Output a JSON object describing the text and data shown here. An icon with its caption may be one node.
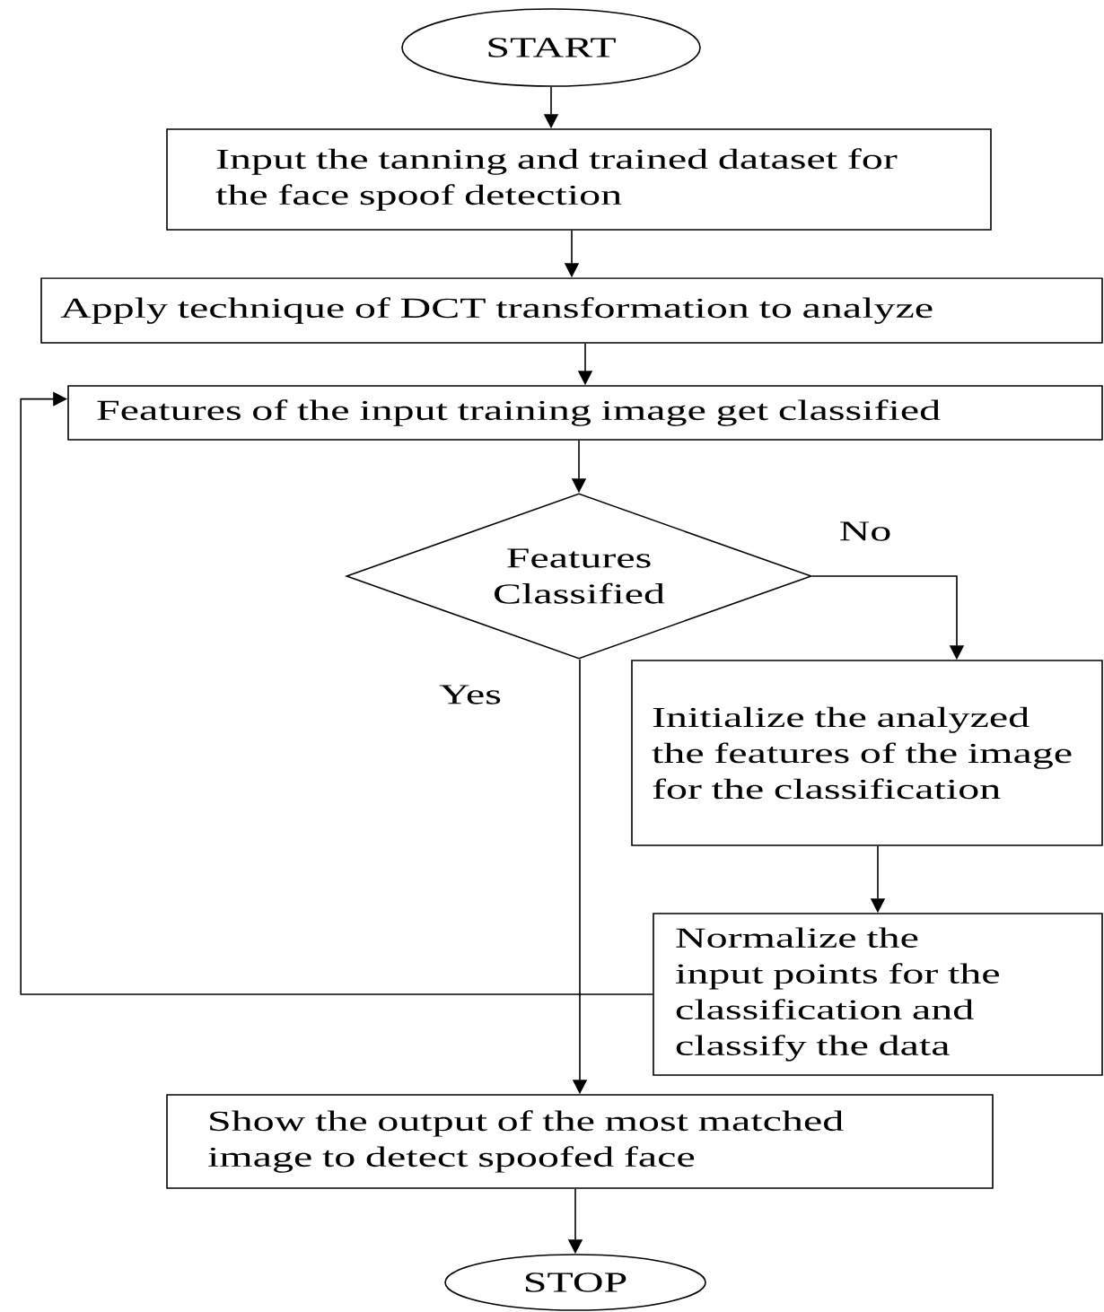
{
  "diagram": {
    "nodes": [
      {
        "text": [
          "START"
        ]
      },
      {
        "text": [
          "Input the tanning and trained dataset for the face spoof detection"
        ]
      },
      {
        "text": [
          "Apply technique of DCT transformation to analyze"
        ]
      },
      {
        "text": [
          "Features of the input training image get classified"
        ]
      },
      {
        "text": [
          "Features Classified"
        ]
      },
      {
        "text": [
          "Initialize the analyzed the features of the image for the classification"
        ]
      },
      {
        "text": [
          "Normalize the input points for the classification and classify the data"
        ]
      },
      {
        "text": [
          "Show the output of the most matched image to detect spoofed face"
        ]
      },
      {
        "text": [
          "STOP"
        ]
      }
    ],
    "edges": [
      {
        "from": 0,
        "to": 1,
        "arrow": "to"
      },
      {
        "from": 1,
        "to": 2,
        "arrow": "to"
      },
      {
        "from": 2,
        "to": 3,
        "arrow": "to"
      },
      {
        "from": 3,
        "to": 4,
        "arrow": "to"
      },
      {
        "from": 4,
        "to": 5,
        "arrow": "to",
        "label": "No"
      },
      {
        "from": 4,
        "to": 7,
        "arrow": "to",
        "label": "Yes"
      },
      {
        "from": 5,
        "to": 6,
        "arrow": "to"
      },
      {
        "from": 6,
        "to": 3,
        "arrow": "to"
      },
      {
        "from": 7,
        "to": 8,
        "arrow": "to"
      }
    ]
  }
}
